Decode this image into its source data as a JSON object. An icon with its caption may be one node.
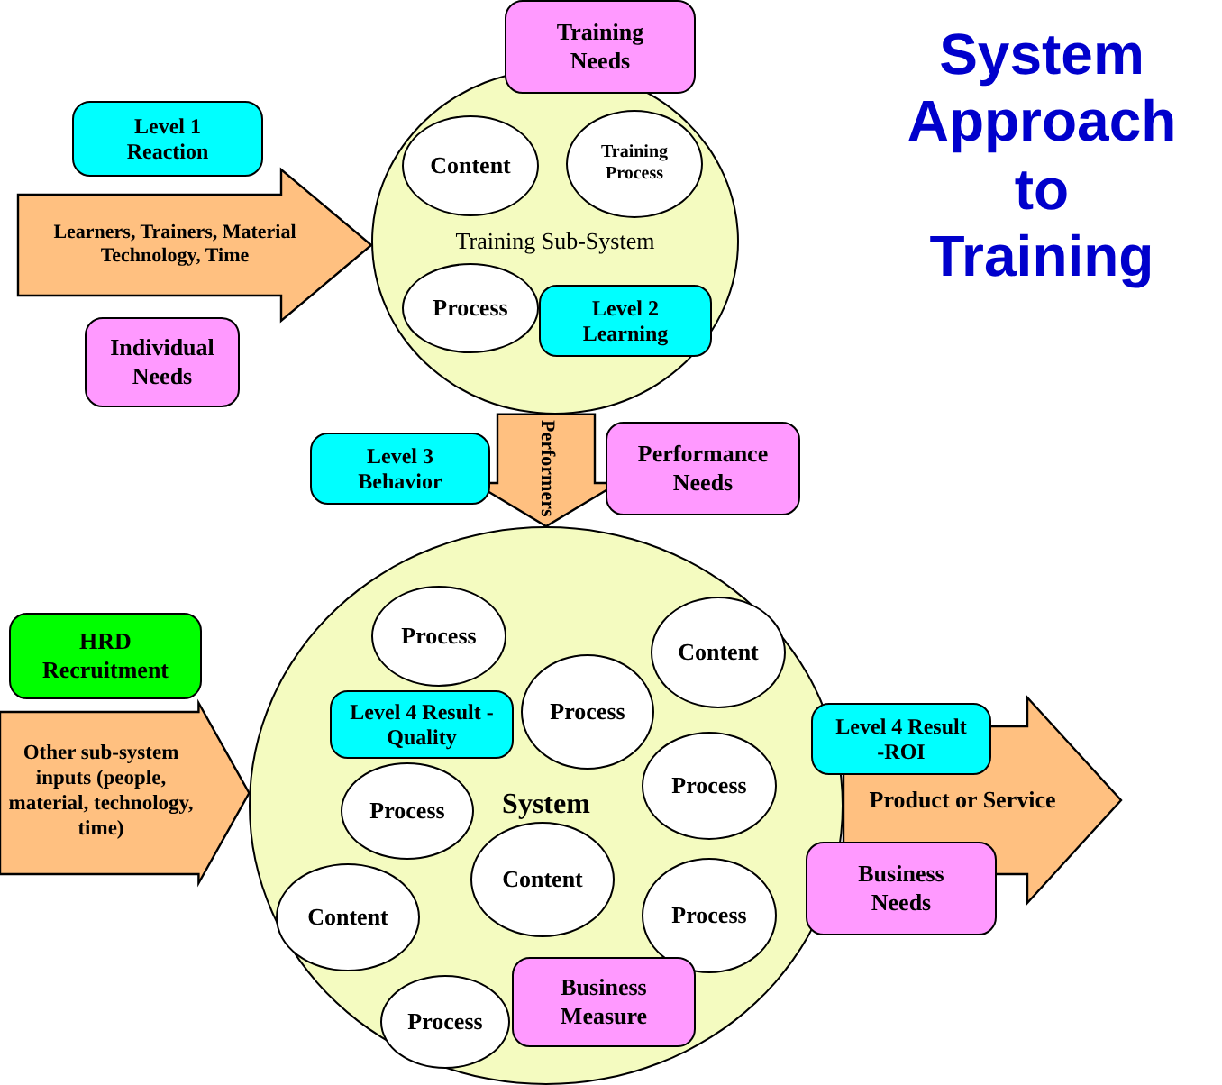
{
  "diagram": {
    "title": "System Approach to Training",
    "nodes": [
      {
        "text": [
          "Training Needs"
        ]
      },
      {
        "text": [
          "Training Sub-System"
        ]
      },
      {
        "text": [
          "Content"
        ],
        "in": 1
      },
      {
        "text": [
          "Training Process"
        ],
        "in": 1
      },
      {
        "text": [
          "Process"
        ],
        "in": 1
      },
      {
        "text": [
          "Level 2 Learning"
        ],
        "in": 1
      },
      {
        "text": [
          "Level 1 Reaction"
        ]
      },
      {
        "text": [
          "Individual Needs"
        ]
      },
      {
        "text": [
          "Level 3 Behavior"
        ]
      },
      {
        "text": [
          "Performance Needs"
        ]
      },
      {
        "text": [
          "System"
        ]
      },
      {
        "text": [
          "Process"
        ],
        "in": 10
      },
      {
        "text": [
          "Content"
        ],
        "in": 10
      },
      {
        "text": [
          "Process"
        ],
        "in": 10
      },
      {
        "text": [
          "Level 4 Result -Quality"
        ],
        "in": 10
      },
      {
        "text": [
          "Process"
        ],
        "in": 10
      },
      {
        "text": [
          "Process"
        ],
        "in": 10
      },
      {
        "text": [
          "Content"
        ],
        "in": 10
      },
      {
        "text": [
          "Content"
        ],
        "in": 10
      },
      {
        "text": [
          "Process"
        ],
        "in": 10
      },
      {
        "text": [
          "Process"
        ],
        "in": 10
      },
      {
        "text": [
          "Business Measure"
        ],
        "in": 10
      },
      {
        "text": [
          "HRD Recruitment"
        ]
      },
      {
        "text": [
          "Level 4 Result -ROI"
        ]
      },
      {
        "text": [
          "Business Needs"
        ]
      }
    ],
    "edges": [
      {
        "from": null,
        "to": 1,
        "arrow": "to",
        "label": "Learners, Trainers, Material Technology, Time",
        "style": "thick"
      },
      {
        "from": 1,
        "to": 10,
        "arrow": "to",
        "label": "Performers",
        "style": "thick"
      },
      {
        "from": null,
        "to": 10,
        "arrow": "to",
        "label": "Other sub-system inputs (people, material, technology, time)",
        "style": "thick"
      },
      {
        "from": 10,
        "to": null,
        "arrow": "to",
        "label": "Product or Service",
        "style": "thick"
      }
    ]
  }
}
